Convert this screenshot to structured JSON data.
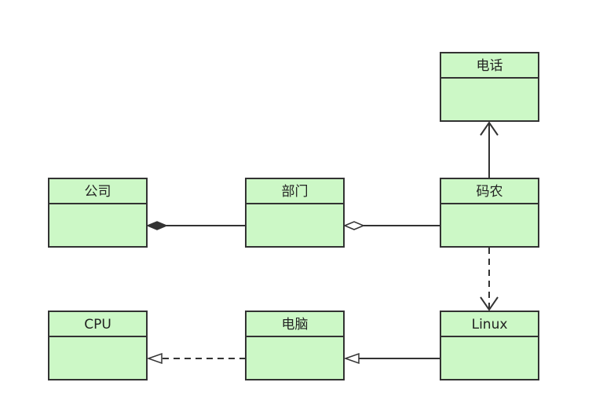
{
  "diagram": {
    "type": "uml-class",
    "colors": {
      "box_fill": "#ccf8c6",
      "stroke": "#333333",
      "text": "#222222"
    },
    "classes": [
      {
        "id": "phone",
        "name": "电话"
      },
      {
        "id": "company",
        "name": "公司"
      },
      {
        "id": "dept",
        "name": "部门"
      },
      {
        "id": "coder",
        "name": "码农"
      },
      {
        "id": "cpu",
        "name": "CPU"
      },
      {
        "id": "pc",
        "name": "电脑"
      },
      {
        "id": "linux",
        "name": "Linux"
      }
    ],
    "relations": [
      {
        "from": "dept",
        "to": "company",
        "kind": "composition"
      },
      {
        "from": "coder",
        "to": "dept",
        "kind": "aggregation"
      },
      {
        "from": "coder",
        "to": "phone",
        "kind": "association"
      },
      {
        "from": "coder",
        "to": "linux",
        "kind": "dependency"
      },
      {
        "from": "linux",
        "to": "pc",
        "kind": "generalization"
      },
      {
        "from": "pc",
        "to": "cpu",
        "kind": "realization"
      }
    ]
  }
}
